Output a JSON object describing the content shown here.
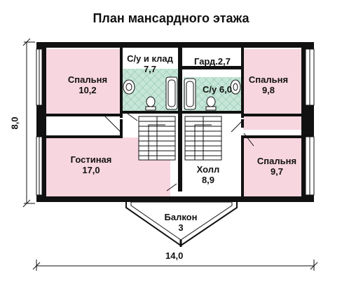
{
  "title": "План мансардного этажа",
  "rooms": {
    "bedroom_tl": {
      "name": "Спальня",
      "area": "10,2"
    },
    "bath_storage": {
      "name": "С/у и клад",
      "area": "7,7"
    },
    "wardrobe": {
      "name": "Гард.2,7"
    },
    "bath": {
      "name": "С/у 6,0"
    },
    "bedroom_tr": {
      "name": "Спальня",
      "area": "9,8"
    },
    "living": {
      "name": "Гостиная",
      "area": "17,0"
    },
    "hall": {
      "name": "Холл",
      "area": "8,9"
    },
    "bedroom_br": {
      "name": "Спальня",
      "area": "9,7"
    },
    "balcony": {
      "name": "Балкон",
      "area": "3"
    }
  },
  "dimensions": {
    "width": "14,0",
    "depth": "8,0"
  },
  "colors": {
    "room_fill": "#f7d6df",
    "tile_fill": "#c5e6d8",
    "wall": "#111111"
  }
}
